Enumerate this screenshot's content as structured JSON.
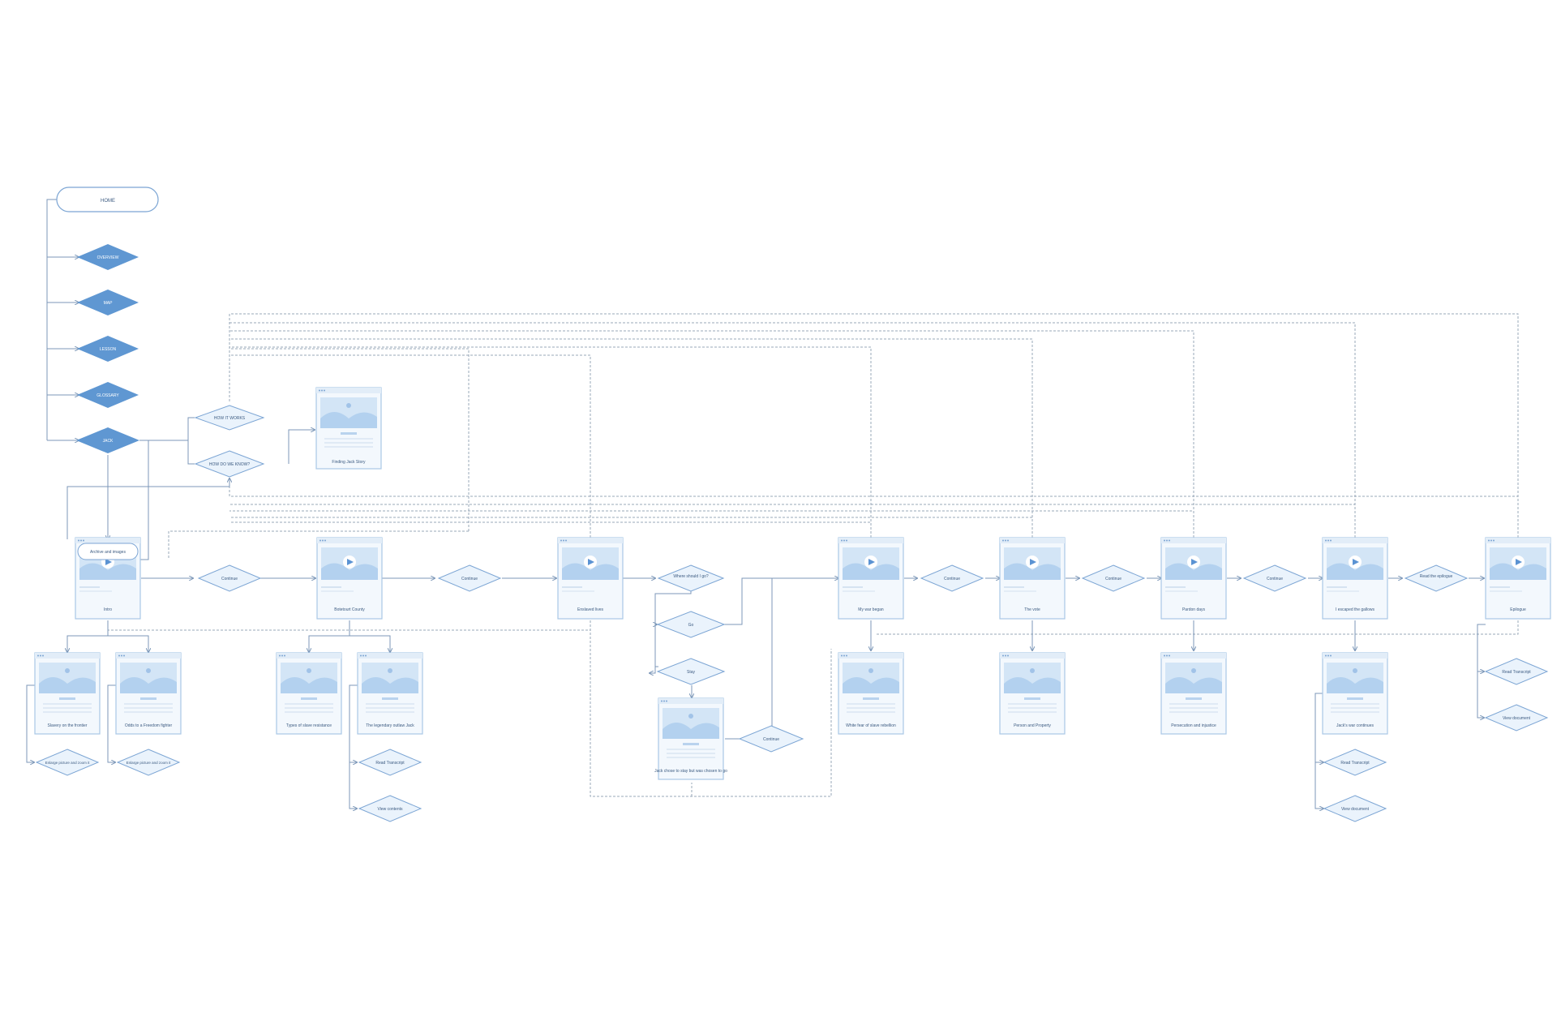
{
  "nav": {
    "home": "HOME",
    "menu": [
      "OVERVIEW",
      "MAP",
      "LESSON",
      "GLOSSARY",
      "JACK"
    ],
    "how_it_works": "HOW IT WORKS",
    "how_do_we_know": "HOW DO WE KNOW?",
    "finding_story": "Finding Jack Story"
  },
  "main": {
    "intro": "Intro",
    "archive_pill": "Archive and images",
    "screens": [
      "Intro",
      "Botetourt County",
      "Enslaved lives",
      "My war began",
      "The vote",
      "Pardon days",
      "I escaped the gallows",
      "Epilogue"
    ],
    "continue": "Continue",
    "where_should_go": "Where should I go?",
    "go": "Go",
    "stay": "Stay",
    "stay_screen": "Jack chose to stay but was chosen to go",
    "read_epilogue": "Read the epilogue"
  },
  "below": {
    "intro_cards": [
      "Slavery on the frontier",
      "Odds to a Freedom fighter"
    ],
    "enlarge": "Enlarge picture and zoom it",
    "botetourt_cards": [
      "Types of slave resistance",
      "The legendary outlaw Jack"
    ],
    "read_transcript": "Read Transcript",
    "view_contents": "View contents",
    "war_card": "White fear of slave rebellion",
    "vote_card": "Person and Property",
    "pardon_card": "Persecution and injustice",
    "gallows_card": "Jack's war continues",
    "view_document": "View document"
  }
}
